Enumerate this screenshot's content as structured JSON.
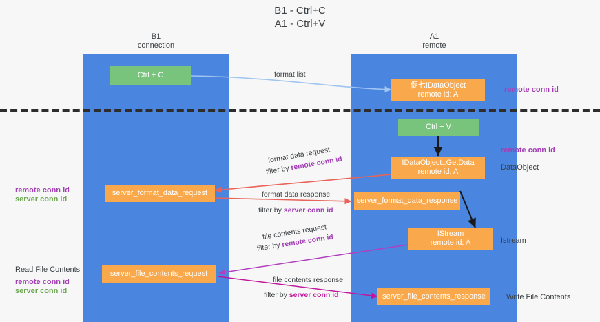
{
  "title": "B1 - Ctrl+C\nA1 - Ctrl+V",
  "colors": {
    "lane": "#4a86e0",
    "box_green": "#78c47d",
    "box_orange": "#f9a94b",
    "purple": "#a33fb5",
    "magenta": "#c0179c",
    "green_text": "#6aa84f",
    "arrow_blue": "#9fc5f0",
    "arrow_red": "#e8635a",
    "arrow_black": "#1a1a1a",
    "background": "#f7f7f7"
  },
  "columns": [
    {
      "name": "B1",
      "sub": "connection",
      "header": "B1\nconnection"
    },
    {
      "name": "A1",
      "sub": "remote",
      "header": "A1\nremote"
    }
  ],
  "boxes": {
    "ctrl_c": "Ctrl + C",
    "ctrl_v": "Ctrl + V",
    "idataobject": "促七IDataObject\nremote id: A",
    "idataobject_getdata": "IDataObject::GetData\nremote id: A",
    "istream": "IStream\nremote id: A",
    "server_format_data_request": "server_format_data_request",
    "server_format_data_response": "server_format_data_response",
    "server_file_contents_request": "server_file_contents_request",
    "server_file_contents_response": "server_file_contents_response"
  },
  "edges": {
    "format_list": "format list",
    "format_data_request": "format data request",
    "format_data_request_filter_prefix": "filter by ",
    "format_data_request_filter_value": "remote conn id",
    "format_data_response": "format data response",
    "format_data_response_filter_prefix": "filter by ",
    "format_data_response_filter_value": "server conn id",
    "file_contents_request": "file contents request",
    "file_contents_request_filter_prefix": "filter by ",
    "file_contents_request_filter_value": "remote conn id",
    "file_contents_response": "file contents response",
    "file_contents_response_filter_prefix": "filter by ",
    "file_contents_response_filter_value": "server conn id"
  },
  "side_labels": {
    "right_remote_conn_id_top": "remote conn id",
    "right_remote_conn_id_mid": "remote conn id",
    "right_dataobject": "DataObject",
    "right_istream": "Istream",
    "right_write_file_contents": "Write File Contents",
    "left_remote_conn_id_mid": "remote conn id",
    "left_server_conn_id_mid": "server conn id",
    "left_read_file_contents": "Read File Contents",
    "left_remote_conn_id_bottom": "remote conn id",
    "left_server_conn_id_bottom": "server conn id"
  }
}
